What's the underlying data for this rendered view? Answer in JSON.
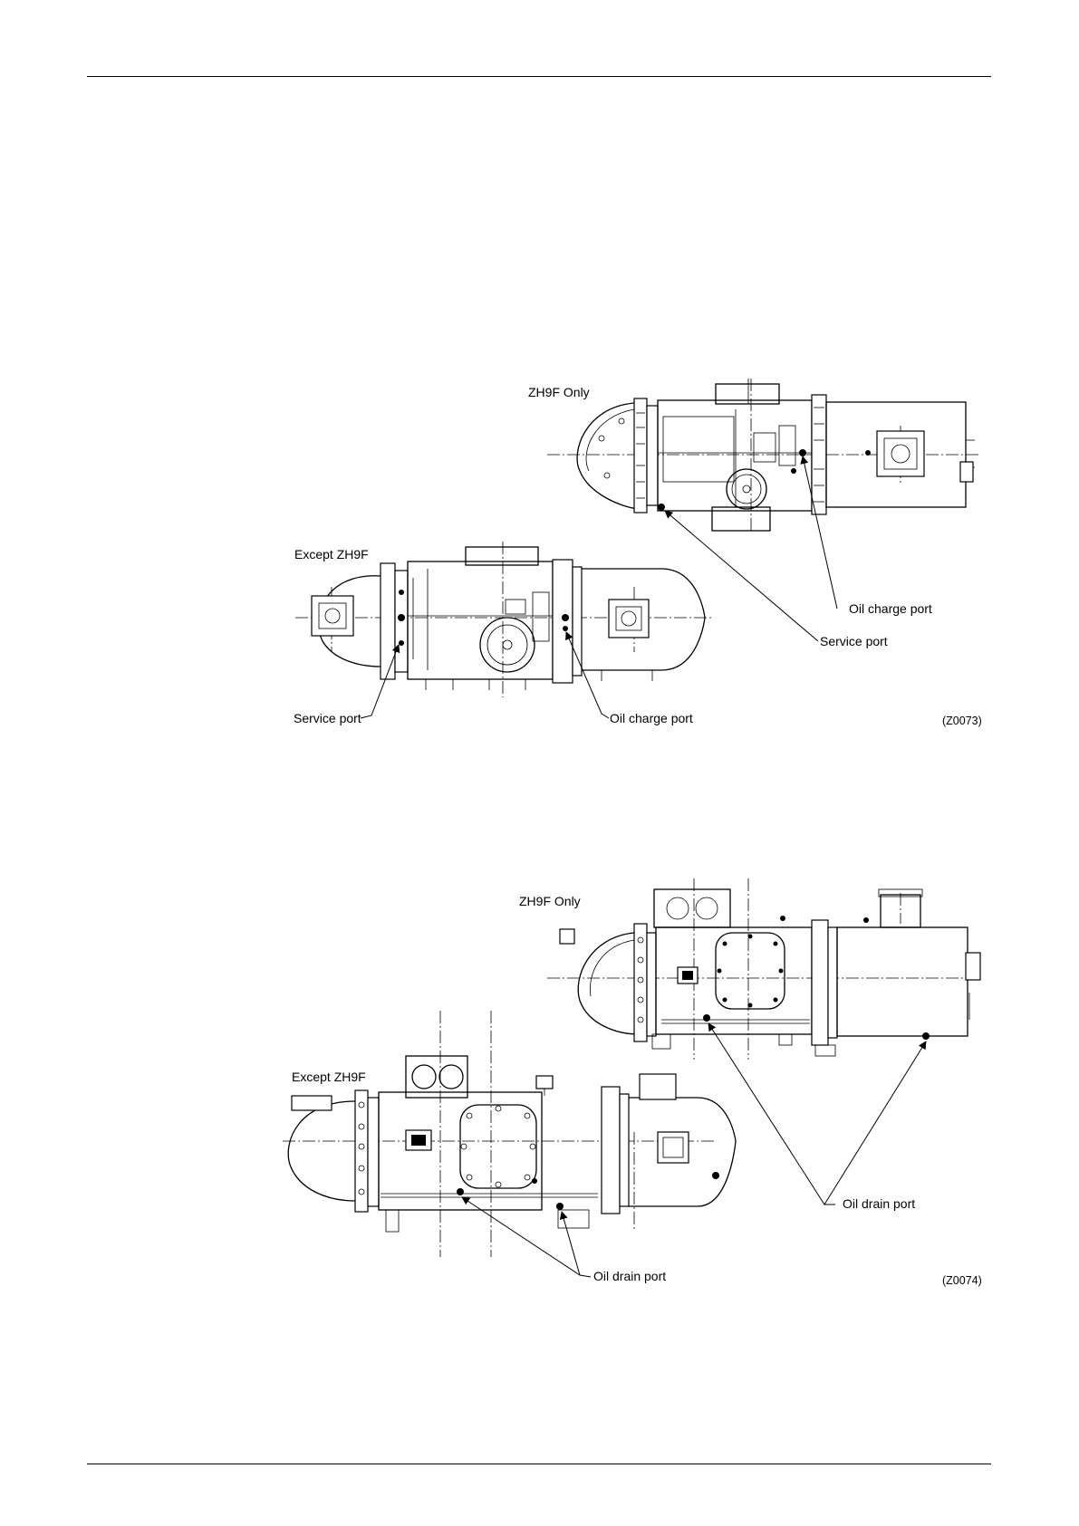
{
  "figure_1": {
    "top_label": "ZH9F Only",
    "bottom_label": "Except ZH9F",
    "callouts": {
      "oil_charge_port_top": "Oil charge port",
      "service_port_top": "Service port",
      "service_port_bottom": "Service port",
      "oil_charge_port_bottom": "Oil charge port"
    },
    "figure_code": "(Z0073)"
  },
  "figure_2": {
    "top_label": "ZH9F Only",
    "bottom_label": "Except ZH9F",
    "callouts": {
      "oil_drain_port_top": "Oil drain port",
      "oil_drain_port_bottom": "Oil drain port"
    },
    "figure_code": "(Z0074)"
  },
  "icons": {
    "arrowhead": "arrowhead-icon",
    "port_marker": "port-marker-icon"
  }
}
